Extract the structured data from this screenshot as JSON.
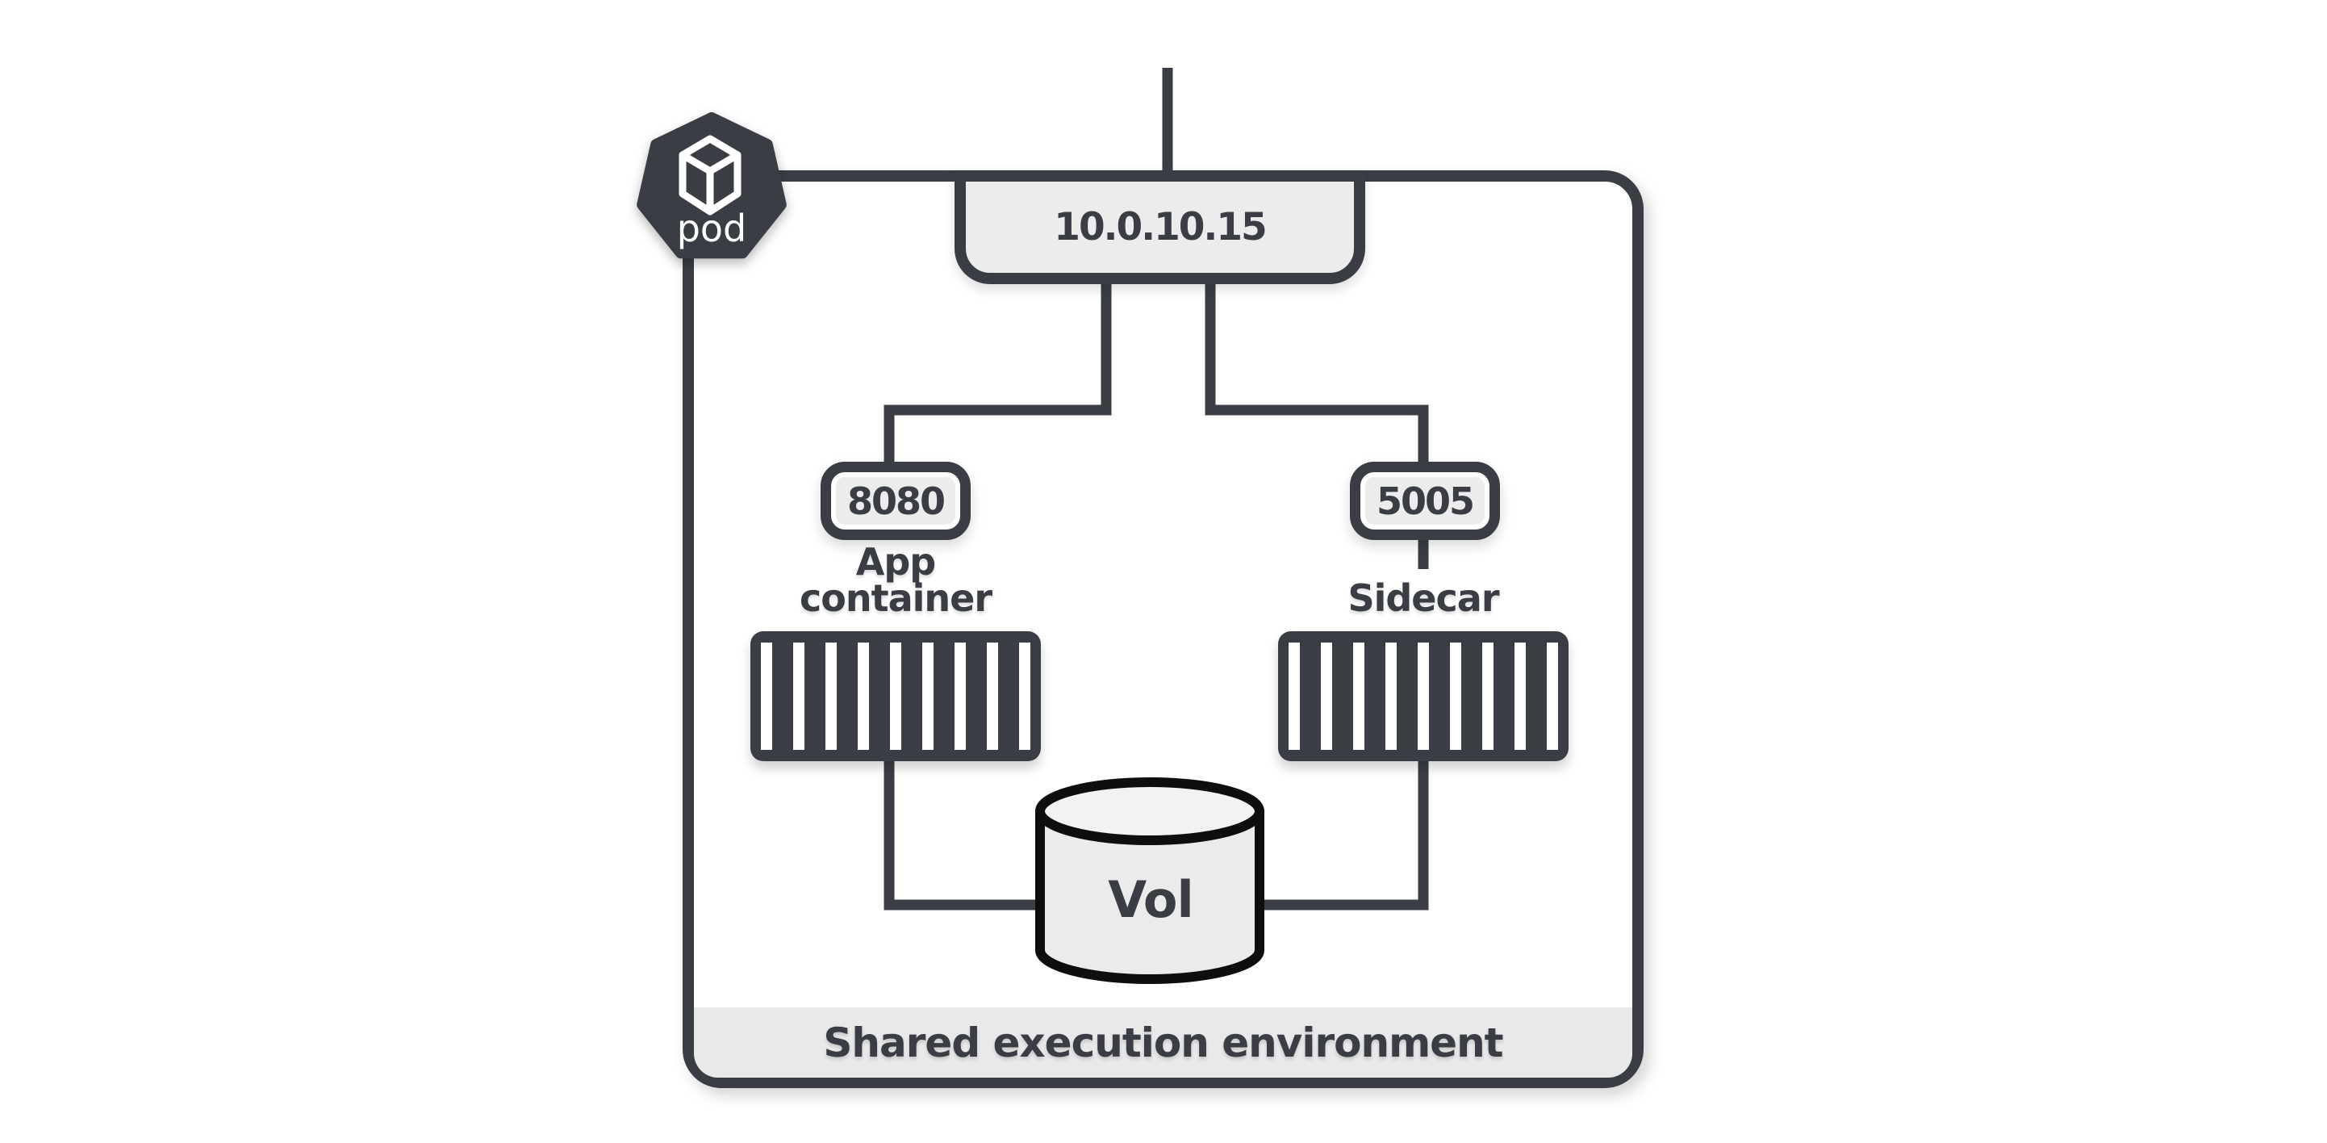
{
  "pod_badge": {
    "label": "pod"
  },
  "ip_box": {
    "value": "10.0.10.15"
  },
  "app_container": {
    "port": "8080",
    "label_line1": "App",
    "label_line2": "container"
  },
  "sidecar_container": {
    "port": "5005",
    "label": "Sidecar"
  },
  "volume": {
    "label": "Vol"
  },
  "footer": {
    "label": "Shared execution environment"
  },
  "colors": {
    "ink": "#3a3e44",
    "panel_fill": "#ececec",
    "band_fill": "#e9e9e9",
    "cylinder_stroke": "#0e0e0e",
    "badge_text": "#ffffff",
    "bg": "#ffffff"
  }
}
